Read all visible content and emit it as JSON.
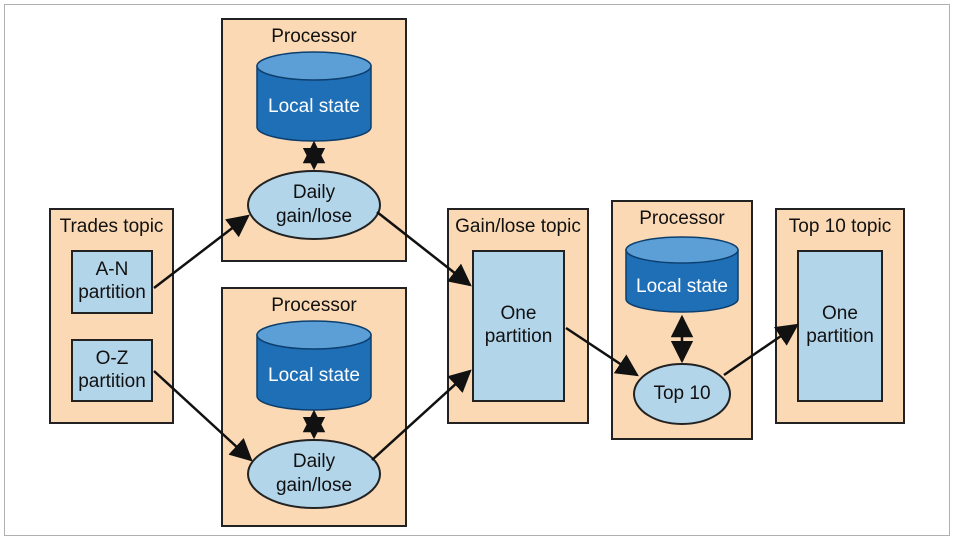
{
  "trades_topic": {
    "title": "Trades topic",
    "partitions": [
      "A-N\npartition",
      "O-Z\npartition"
    ]
  },
  "processor_top": {
    "title": "Processor",
    "state_label": "Local state",
    "op_label": "Daily\ngain/lose"
  },
  "processor_bottom": {
    "title": "Processor",
    "state_label": "Local state",
    "op_label": "Daily\ngain/lose"
  },
  "gainlose_topic": {
    "title": "Gain/lose topic",
    "partition": "One\npartition"
  },
  "processor_right": {
    "title": "Processor",
    "state_label": "Local state",
    "op_label": "Top 10"
  },
  "top10_topic": {
    "title": "Top 10 topic",
    "partition": "One\npartition"
  },
  "colors": {
    "box_fill": "#fbd9b4",
    "partition_fill": "#b3d5ea",
    "cylinder_fill": "#1f6fb7",
    "cylinder_top": "#5b9fd6",
    "ellipse_fill": "#b3d5ea"
  }
}
